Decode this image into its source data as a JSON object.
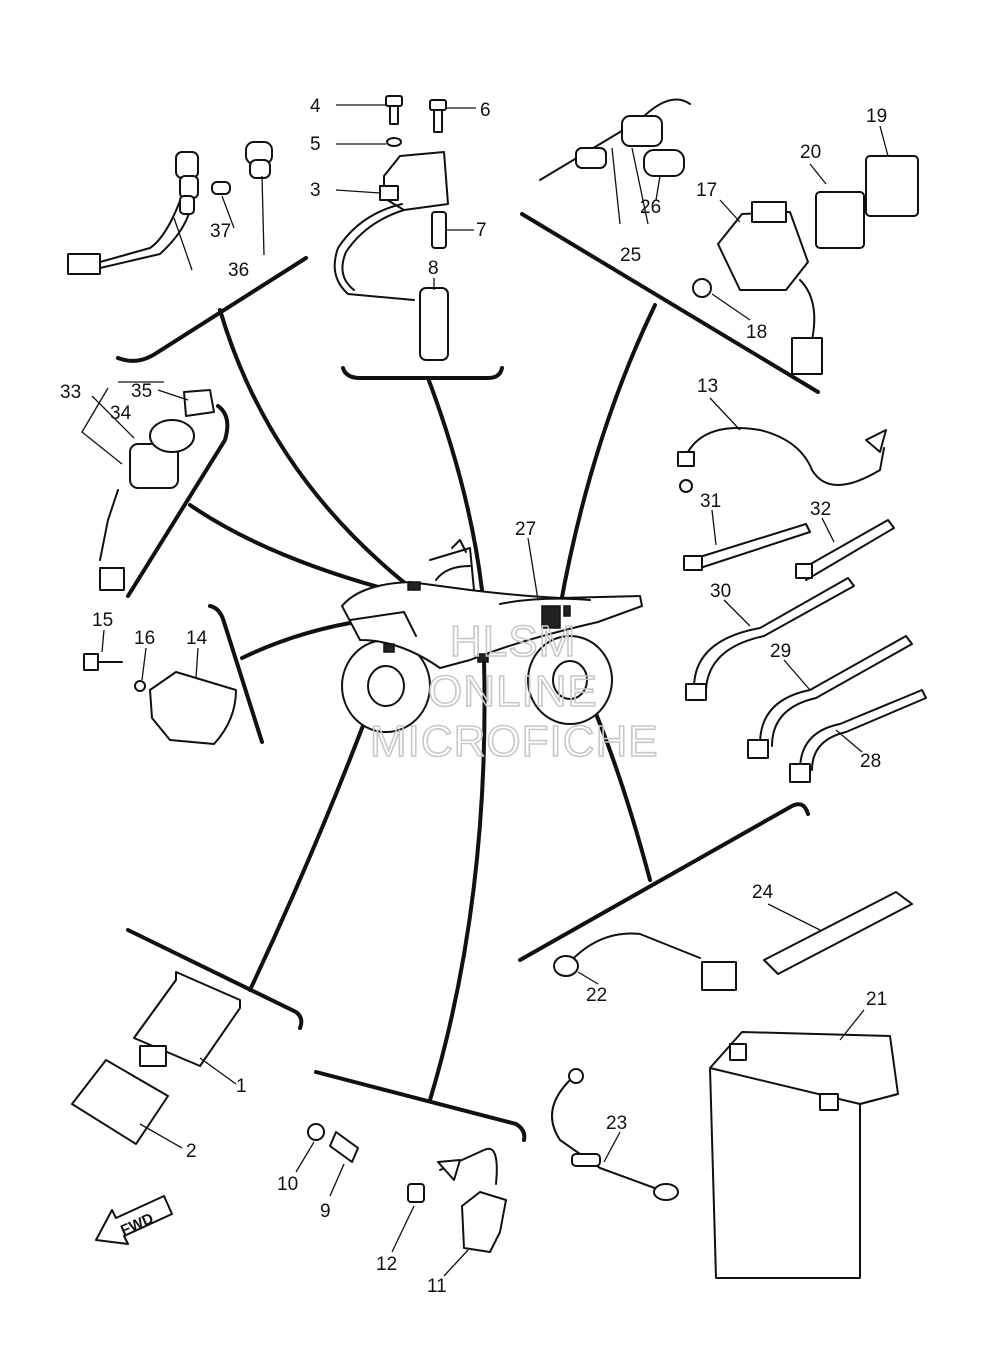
{
  "watermark": [
    "HLSM",
    "ONLINE",
    "MICROFICHE"
  ],
  "direction_label": "FWD",
  "callouts": [
    "1",
    "2",
    "3",
    "4",
    "5",
    "6",
    "7",
    "8",
    "9",
    "10",
    "11",
    "12",
    "13",
    "14",
    "15",
    "16",
    "17",
    "18",
    "19",
    "20",
    "21",
    "22",
    "23",
    "24",
    "25",
    "26",
    "27",
    "28",
    "29",
    "30",
    "31",
    "32",
    "33",
    "34",
    "35",
    "36",
    "37"
  ]
}
